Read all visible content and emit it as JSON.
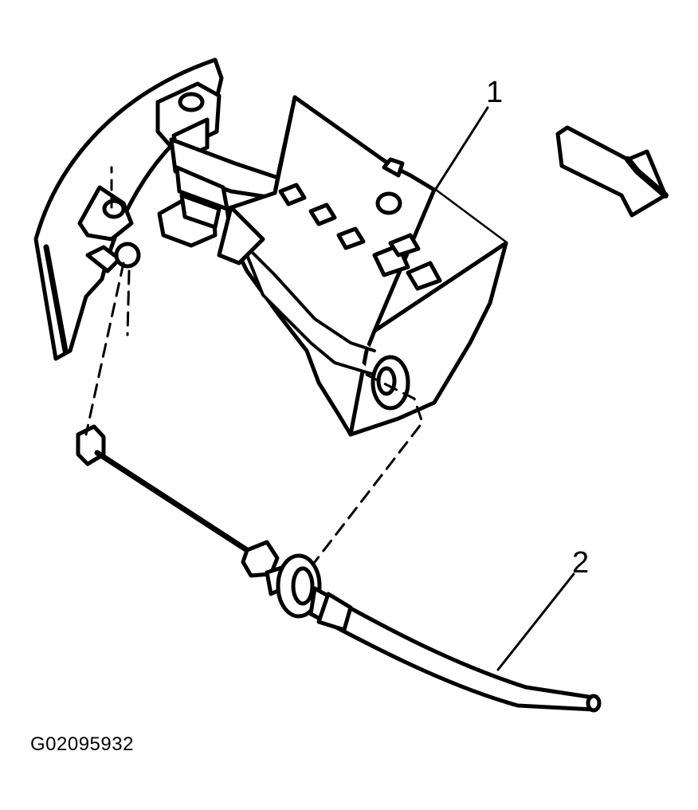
{
  "diagram": {
    "callouts": [
      {
        "label": "1",
        "part": "bracket-assembly"
      },
      {
        "label": "2",
        "part": "cable"
      }
    ],
    "figure_id": "G02095932",
    "direction_arrow": "front-arrow-icon",
    "colors": {
      "ink": "#000000",
      "paper": "#ffffff"
    }
  }
}
